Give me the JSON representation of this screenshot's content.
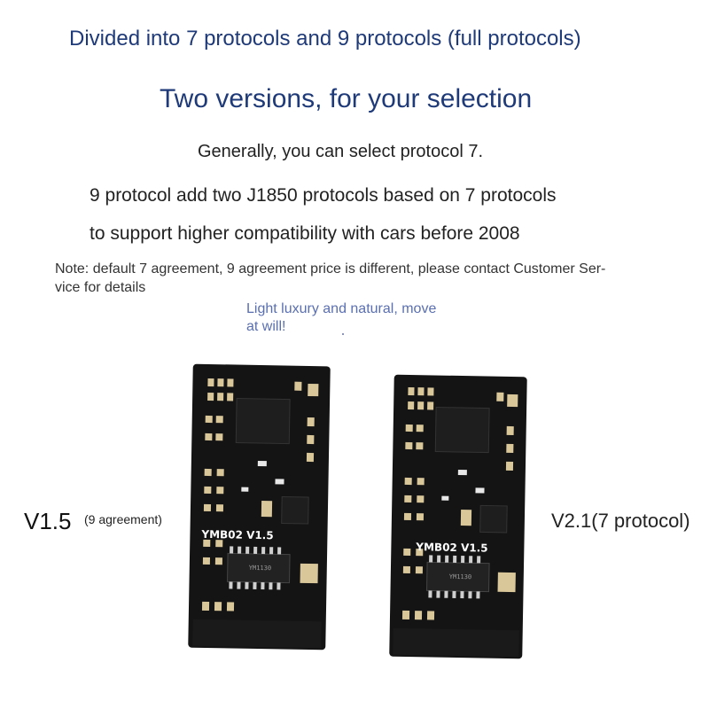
{
  "heading": {
    "title": "Divided into 7 protocols and 9 protocols (full protocols)",
    "subtitle": "Two versions, for your selection"
  },
  "body": {
    "line1": "Generally, you can select protocol 7.",
    "line2": "9 protocol add two J1850 protocols based on 7 protocols",
    "line3": "to support higher compatibility with cars before 2008"
  },
  "note": {
    "line1": "Note: default 7 agreement, 9 agreement price is different, please contact Customer Ser-",
    "line2": "vice for details"
  },
  "slogan": {
    "line1": "Light luxury and natural, move",
    "line2": "at will!"
  },
  "versions": {
    "left_label": "V1.5",
    "left_sub": "(9 agreement)",
    "right_label": "V2.1(7 protocol)"
  },
  "boards": [
    {
      "silk": "YMB02  V1.5",
      "chip": "YM1130"
    },
    {
      "silk": "YMB02  V1.5",
      "chip": "YM1130"
    }
  ],
  "colors": {
    "heading": "#1f3a78",
    "slogan": "#5a6fb0",
    "pcb": "#141414",
    "pad": "#d9c79a"
  }
}
